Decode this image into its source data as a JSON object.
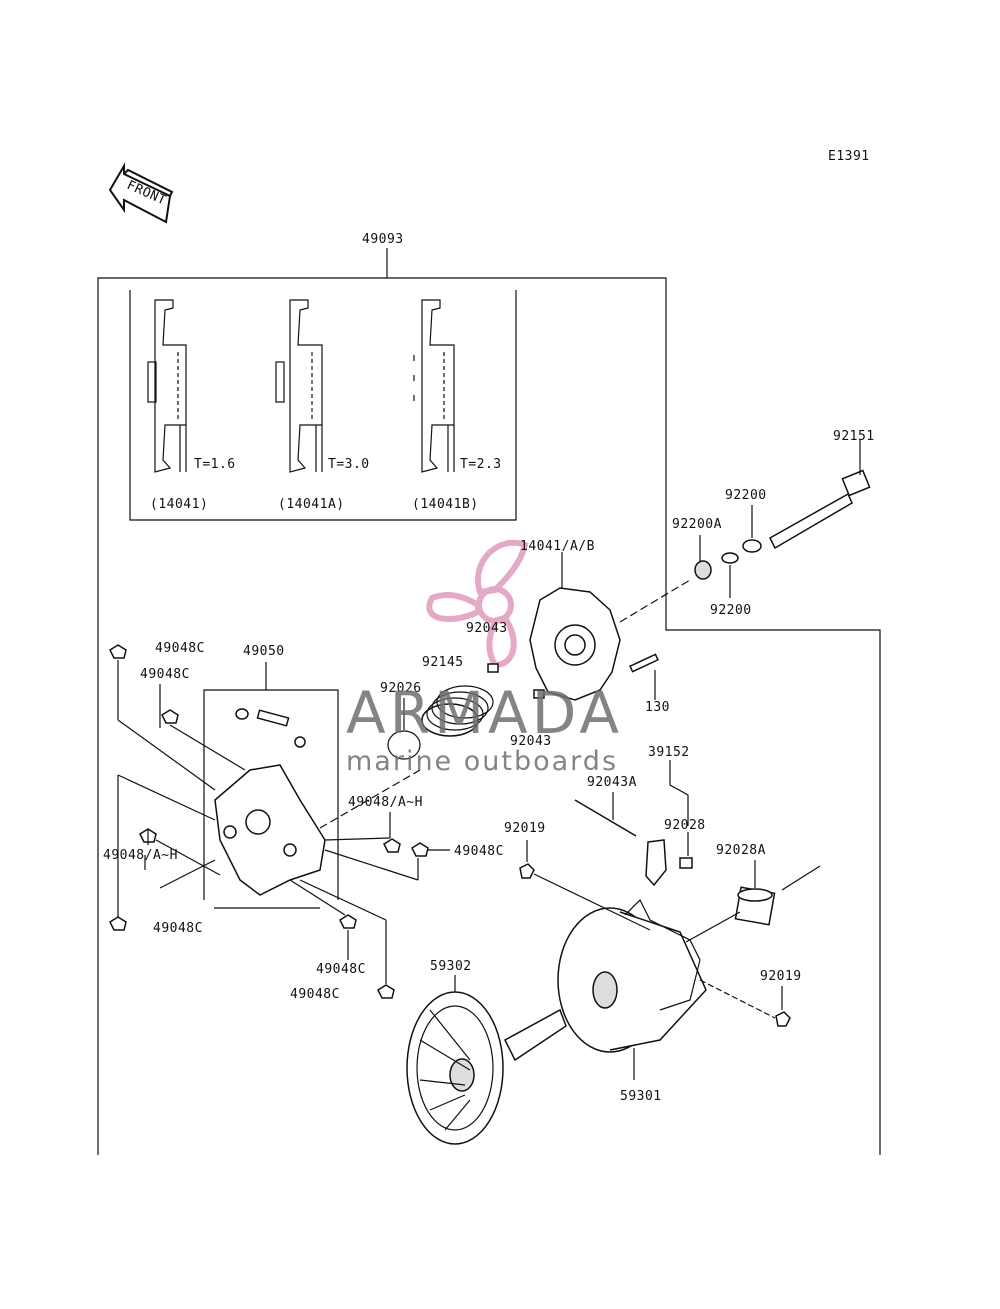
{
  "diagram_code": "E1391",
  "front_label": "FRONT",
  "watermark": {
    "brand": "ARMADA",
    "tagline": "marine outboards",
    "logo_color": "#e2a0c0",
    "text_color": "#6f6f6f"
  },
  "inset": {
    "variants": [
      {
        "thickness": "T=1.6",
        "part": "(14041)"
      },
      {
        "thickness": "T=3.0",
        "part": "(14041A)"
      },
      {
        "thickness": "T=2.3",
        "part": "(14041B)"
      }
    ]
  },
  "labels": {
    "assembly": "49093",
    "p92151": "92151",
    "p92200_top": "92200",
    "p92200A": "92200A",
    "p92200_bottom": "92200",
    "p14041": "14041/A/B",
    "p92043_upper": "92043",
    "p92145": "92145",
    "p92026": "92026",
    "p92043_lower": "92043",
    "p130": "130",
    "p39152": "39152",
    "p92043A": "92043A",
    "p92028": "92028",
    "p92028A": "92028A",
    "p92019_left": "92019",
    "p92019_right": "92019",
    "p49050": "49050",
    "p49048C_a": "49048C",
    "p49048C_b": "49048C",
    "p49048AH_right": "49048/A~H",
    "p49048C_c": "49048C",
    "p49048AH_left": "49048/A~H",
    "p49048C_d": "49048C",
    "p49048C_e": "49048C",
    "p49048C_f": "49048C",
    "p59302": "59302",
    "p59301": "59301"
  }
}
